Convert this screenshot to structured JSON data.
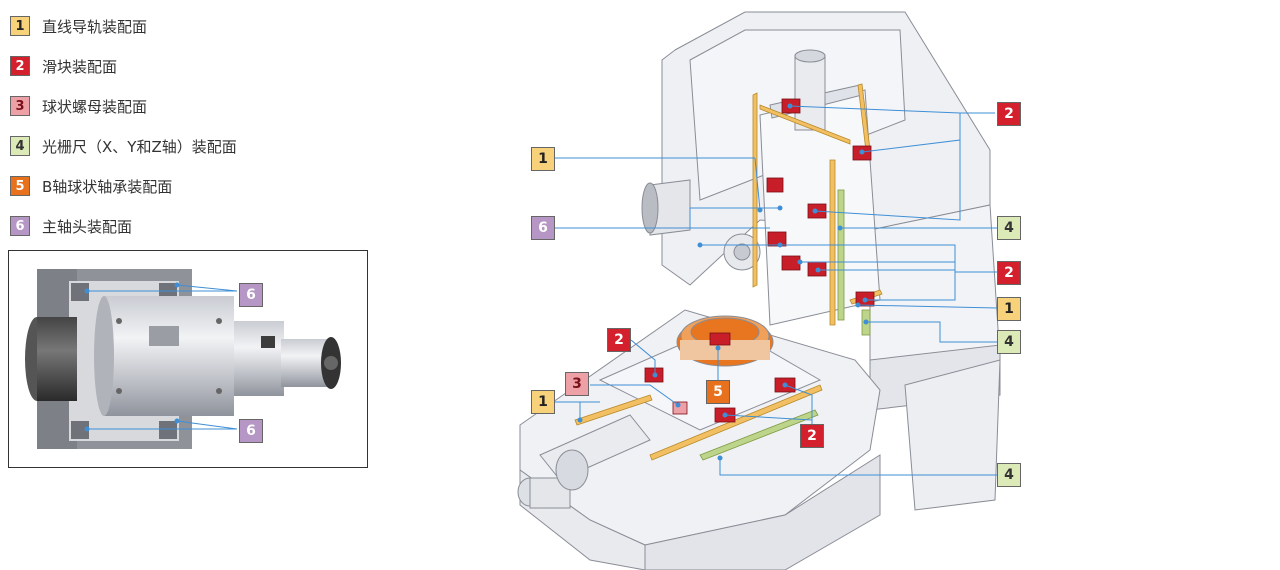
{
  "legend": [
    {
      "number": "1",
      "label": "直线导轨装配面",
      "fill": "#f8d27a",
      "text_color": "#222222"
    },
    {
      "number": "2",
      "label": "滑块装配面",
      "fill": "#d4202c",
      "text_color": "#ffffff"
    },
    {
      "number": "3",
      "label": "球状螺母装配面",
      "fill": "#eda0a6",
      "text_color": "#7a1018"
    },
    {
      "number": "4",
      "label": "光栅尺（X、Y和Z轴）装配面",
      "fill": "#dceab8",
      "text_color": "#333333"
    },
    {
      "number": "5",
      "label": "B轴球状轴承装配面",
      "fill": "#e8711e",
      "text_color": "#ffffff"
    },
    {
      "number": "6",
      "label": "主轴头装配面",
      "fill": "#b696c4",
      "text_color": "#ffffff"
    }
  ],
  "colors": {
    "leader_line": "#3f8fd6",
    "machine_body": "#ecedf1",
    "machine_edge": "#8a8d96",
    "rail": "#f2c063",
    "slider": "#c81e2a",
    "scale": "#bcd58a",
    "rotary_table": "#e8751f"
  },
  "inset": {
    "callouts": [
      {
        "number": "6"
      },
      {
        "number": "6"
      }
    ]
  },
  "callouts": [
    {
      "number": "2",
      "type": "2"
    },
    {
      "number": "1",
      "type": "1"
    },
    {
      "number": "6",
      "type": "6"
    },
    {
      "number": "4",
      "type": "4"
    },
    {
      "number": "2",
      "type": "2"
    },
    {
      "number": "1",
      "type": "1"
    },
    {
      "number": "4",
      "type": "4"
    },
    {
      "number": "2",
      "type": "2"
    },
    {
      "number": "3",
      "type": "3"
    },
    {
      "number": "1",
      "type": "1"
    },
    {
      "number": "5",
      "type": "5"
    },
    {
      "number": "2",
      "type": "2"
    },
    {
      "number": "4",
      "type": "4"
    }
  ]
}
